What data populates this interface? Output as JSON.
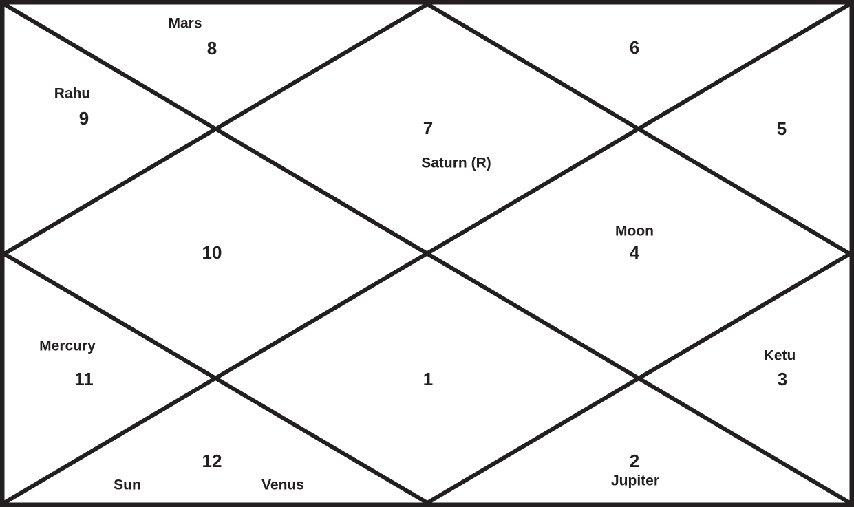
{
  "chart": {
    "line_color": "#231f20",
    "background": "#ffffff",
    "houses": [
      {
        "number": "1",
        "planets": []
      },
      {
        "number": "2",
        "planets": [
          "Jupiter"
        ]
      },
      {
        "number": "3",
        "planets": [
          "Ketu"
        ]
      },
      {
        "number": "4",
        "planets": [
          "Moon"
        ]
      },
      {
        "number": "5",
        "planets": []
      },
      {
        "number": "6",
        "planets": []
      },
      {
        "number": "7",
        "planets": [
          "Saturn (R)"
        ]
      },
      {
        "number": "8",
        "planets": [
          "Mars"
        ]
      },
      {
        "number": "9",
        "planets": [
          "Rahu"
        ]
      },
      {
        "number": "10",
        "planets": []
      },
      {
        "number": "11",
        "planets": [
          "Mercury"
        ]
      },
      {
        "number": "12",
        "planets": [
          "Sun",
          "Venus"
        ]
      }
    ]
  }
}
